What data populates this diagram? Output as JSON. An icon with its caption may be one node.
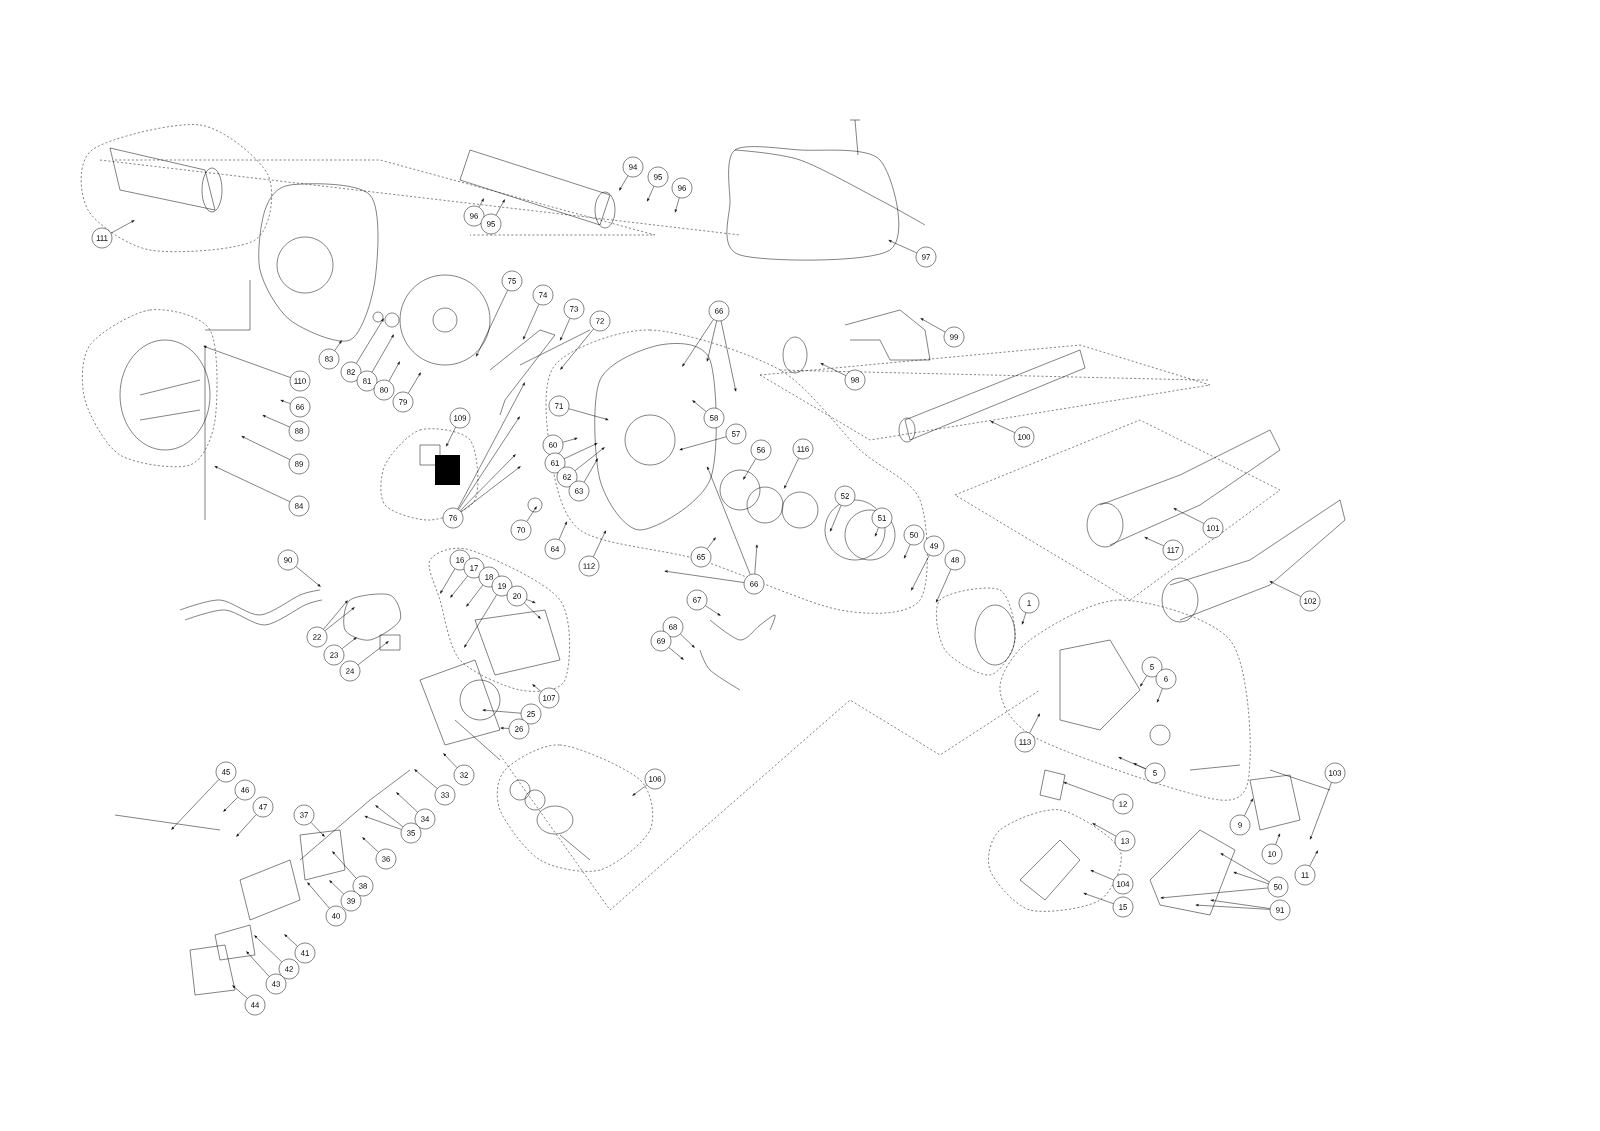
{
  "diagram": {
    "nodes": [
      {
        "text": [
          "111"
        ]
      },
      {
        "text": [
          "94"
        ]
      },
      {
        "text": [
          "96"
        ]
      },
      {
        "text": [
          "95"
        ]
      },
      {
        "text": [
          "95"
        ]
      },
      {
        "text": [
          "96"
        ]
      },
      {
        "text": [
          "97"
        ]
      },
      {
        "text": [
          "75"
        ]
      },
      {
        "text": [
          "74"
        ]
      },
      {
        "text": [
          "73"
        ]
      },
      {
        "text": [
          "72"
        ]
      },
      {
        "text": [
          "66"
        ]
      },
      {
        "text": [
          "99"
        ]
      },
      {
        "text": [
          "83"
        ]
      },
      {
        "text": [
          "82"
        ]
      },
      {
        "text": [
          "81"
        ]
      },
      {
        "text": [
          "80"
        ]
      },
      {
        "text": [
          "79"
        ]
      },
      {
        "text": [
          "110"
        ]
      },
      {
        "text": [
          "98"
        ]
      },
      {
        "text": [
          "66"
        ]
      },
      {
        "text": [
          "71"
        ]
      },
      {
        "text": [
          "58"
        ]
      },
      {
        "text": [
          "109"
        ]
      },
      {
        "text": [
          "88"
        ]
      },
      {
        "text": [
          "57"
        ]
      },
      {
        "text": [
          "100"
        ]
      },
      {
        "text": [
          "60"
        ]
      },
      {
        "text": [
          "56"
        ]
      },
      {
        "text": [
          "116"
        ]
      },
      {
        "text": [
          "61"
        ]
      },
      {
        "text": [
          "89"
        ]
      },
      {
        "text": [
          "62"
        ]
      },
      {
        "text": [
          "63"
        ]
      },
      {
        "text": [
          "52"
        ]
      },
      {
        "text": [
          "84"
        ]
      },
      {
        "text": [
          "76"
        ]
      },
      {
        "text": [
          "51"
        ]
      },
      {
        "text": [
          "101"
        ]
      },
      {
        "text": [
          "70"
        ]
      },
      {
        "text": [
          "50"
        ]
      },
      {
        "text": [
          "49"
        ]
      },
      {
        "text": [
          "64"
        ]
      },
      {
        "text": [
          "117"
        ]
      },
      {
        "text": [
          "65"
        ]
      },
      {
        "text": [
          "48"
        ]
      },
      {
        "text": [
          "90"
        ]
      },
      {
        "text": [
          "16"
        ]
      },
      {
        "text": [
          "112"
        ]
      },
      {
        "text": [
          "17"
        ]
      },
      {
        "text": [
          "18"
        ]
      },
      {
        "text": [
          "66"
        ]
      },
      {
        "text": [
          "19"
        ]
      },
      {
        "text": [
          "20"
        ]
      },
      {
        "text": [
          "67"
        ]
      },
      {
        "text": [
          "102"
        ]
      },
      {
        "text": [
          "1"
        ]
      },
      {
        "text": [
          "68"
        ]
      },
      {
        "text": [
          "22"
        ]
      },
      {
        "text": [
          "69"
        ]
      },
      {
        "text": [
          "23"
        ]
      },
      {
        "text": [
          "5"
        ]
      },
      {
        "text": [
          "24"
        ]
      },
      {
        "text": [
          "6"
        ]
      },
      {
        "text": [
          "107"
        ]
      },
      {
        "text": [
          "25"
        ]
      },
      {
        "text": [
          "26"
        ]
      },
      {
        "text": [
          "113"
        ]
      },
      {
        "text": [
          "5"
        ]
      },
      {
        "text": [
          "103"
        ]
      },
      {
        "text": [
          "32"
        ]
      },
      {
        "text": [
          "45"
        ]
      },
      {
        "text": [
          "106"
        ]
      },
      {
        "text": [
          "46"
        ]
      },
      {
        "text": [
          "33"
        ]
      },
      {
        "text": [
          "12"
        ]
      },
      {
        "text": [
          "47"
        ]
      },
      {
        "text": [
          "37"
        ]
      },
      {
        "text": [
          "34"
        ]
      },
      {
        "text": [
          "9"
        ]
      },
      {
        "text": [
          "35"
        ]
      },
      {
        "text": [
          "13"
        ]
      },
      {
        "text": [
          "10"
        ]
      },
      {
        "text": [
          "36"
        ]
      },
      {
        "text": [
          "11"
        ]
      },
      {
        "text": [
          "104"
        ]
      },
      {
        "text": [
          "38"
        ]
      },
      {
        "text": [
          "50"
        ]
      },
      {
        "text": [
          "39"
        ]
      },
      {
        "text": [
          "15"
        ]
      },
      {
        "text": [
          "91"
        ]
      },
      {
        "text": [
          "40"
        ]
      },
      {
        "text": [
          "41"
        ]
      },
      {
        "text": [
          "42"
        ]
      },
      {
        "text": [
          "43"
        ]
      },
      {
        "text": [
          "44"
        ]
      }
    ],
    "edges": [
      {
        "from": 0,
        "to": null,
        "arrow": "to"
      },
      {
        "from": 1,
        "to": null,
        "arrow": "to"
      },
      {
        "from": 2,
        "to": null,
        "arrow": "to"
      },
      {
        "from": 3,
        "to": null,
        "arrow": "to"
      },
      {
        "from": 4,
        "to": null,
        "arrow": "to"
      },
      {
        "from": 5,
        "to": null,
        "arrow": "to"
      },
      {
        "from": 6,
        "to": null,
        "arrow": "to"
      },
      {
        "from": 7,
        "to": null,
        "arrow": "to"
      },
      {
        "from": 8,
        "to": null,
        "arrow": "to"
      },
      {
        "from": 9,
        "to": null,
        "arrow": "to"
      },
      {
        "from": 10,
        "to": null,
        "arrow": "to"
      },
      {
        "from": 11,
        "to": null,
        "arrow": "to"
      },
      {
        "from": 11,
        "to": null,
        "arrow": "to"
      },
      {
        "from": 11,
        "to": null,
        "arrow": "to"
      },
      {
        "from": 12,
        "to": null,
        "arrow": "to"
      },
      {
        "from": 13,
        "to": null,
        "arrow": "to"
      },
      {
        "from": 14,
        "to": null,
        "arrow": "to"
      },
      {
        "from": 15,
        "to": null,
        "arrow": "to"
      },
      {
        "from": 16,
        "to": null,
        "arrow": "to"
      },
      {
        "from": 17,
        "to": null,
        "arrow": "to"
      },
      {
        "from": 18,
        "to": null,
        "arrow": "to"
      },
      {
        "from": 19,
        "to": null,
        "arrow": "to"
      },
      {
        "from": 20,
        "to": null,
        "arrow": "to"
      },
      {
        "from": 21,
        "to": null,
        "arrow": "to"
      },
      {
        "from": 22,
        "to": null,
        "arrow": "to"
      },
      {
        "from": 23,
        "to": null,
        "arrow": "to"
      },
      {
        "from": 24,
        "to": null,
        "arrow": "to"
      },
      {
        "from": 25,
        "to": null,
        "arrow": "to"
      },
      {
        "from": 26,
        "to": null,
        "arrow": "to"
      },
      {
        "from": 27,
        "to": null,
        "arrow": "to"
      },
      {
        "from": 28,
        "to": null,
        "arrow": "to"
      },
      {
        "from": 29,
        "to": null,
        "arrow": "to"
      },
      {
        "from": 30,
        "to": null,
        "arrow": "to"
      },
      {
        "from": 31,
        "to": null,
        "arrow": "to"
      },
      {
        "from": 32,
        "to": null,
        "arrow": "to"
      },
      {
        "from": 33,
        "to": null,
        "arrow": "to"
      },
      {
        "from": 34,
        "to": null,
        "arrow": "to"
      },
      {
        "from": 35,
        "to": null,
        "arrow": "to"
      },
      {
        "from": 36,
        "to": null,
        "arrow": "to"
      },
      {
        "from": 36,
        "to": null,
        "arrow": "to"
      },
      {
        "from": 36,
        "to": null,
        "arrow": "to"
      },
      {
        "from": 36,
        "to": null,
        "arrow": "to"
      },
      {
        "from": 37,
        "to": null,
        "arrow": "to"
      },
      {
        "from": 38,
        "to": null,
        "arrow": "to"
      },
      {
        "from": 39,
        "to": null,
        "arrow": "to"
      },
      {
        "from": 40,
        "to": null,
        "arrow": "to"
      },
      {
        "from": 41,
        "to": null,
        "arrow": "to"
      },
      {
        "from": 42,
        "to": null,
        "arrow": "to"
      },
      {
        "from": 43,
        "to": null,
        "arrow": "to"
      },
      {
        "from": 44,
        "to": null,
        "arrow": "to"
      },
      {
        "from": 45,
        "to": null,
        "arrow": "to"
      },
      {
        "from": 46,
        "to": null,
        "arrow": "to"
      },
      {
        "from": 47,
        "to": null,
        "arrow": "to"
      },
      {
        "from": 48,
        "to": null,
        "arrow": "to"
      },
      {
        "from": 49,
        "to": null,
        "arrow": "to"
      },
      {
        "from": 50,
        "to": null,
        "arrow": "to"
      },
      {
        "from": 51,
        "to": null,
        "arrow": "to"
      },
      {
        "from": 51,
        "to": null,
        "arrow": "to"
      },
      {
        "from": 51,
        "to": null,
        "arrow": "to"
      },
      {
        "from": 52,
        "to": null,
        "arrow": "to"
      },
      {
        "from": 53,
        "to": null,
        "arrow": "to"
      },
      {
        "from": 53,
        "to": null,
        "arrow": "to"
      },
      {
        "from": 54,
        "to": null,
        "arrow": "to"
      },
      {
        "from": 55,
        "to": null,
        "arrow": "to"
      },
      {
        "from": 56,
        "to": null,
        "arrow": "to"
      },
      {
        "from": 57,
        "to": null,
        "arrow": "to"
      },
      {
        "from": 58,
        "to": null,
        "arrow": "to"
      },
      {
        "from": 58,
        "to": null,
        "arrow": "to"
      },
      {
        "from": 59,
        "to": null,
        "arrow": "to"
      },
      {
        "from": 60,
        "to": null,
        "arrow": "to"
      },
      {
        "from": 61,
        "to": null,
        "arrow": "to"
      },
      {
        "from": 62,
        "to": null,
        "arrow": "to"
      },
      {
        "from": 63,
        "to": null,
        "arrow": "to"
      },
      {
        "from": 64,
        "to": null,
        "arrow": "to"
      },
      {
        "from": 65,
        "to": null,
        "arrow": "to"
      },
      {
        "from": 66,
        "to": null,
        "arrow": "to"
      },
      {
        "from": 67,
        "to": null,
        "arrow": "to"
      },
      {
        "from": 68,
        "to": null,
        "arrow": "to"
      },
      {
        "from": 68,
        "to": null,
        "arrow": "to"
      },
      {
        "from": 69,
        "to": null,
        "arrow": "to"
      },
      {
        "from": 70,
        "to": null,
        "arrow": "to"
      },
      {
        "from": 71,
        "to": null,
        "arrow": "to"
      },
      {
        "from": 72,
        "to": null,
        "arrow": "to"
      },
      {
        "from": 73,
        "to": null,
        "arrow": "to"
      },
      {
        "from": 74,
        "to": null,
        "arrow": "to"
      },
      {
        "from": 75,
        "to": null,
        "arrow": "to"
      },
      {
        "from": 76,
        "to": null,
        "arrow": "to"
      },
      {
        "from": 77,
        "to": null,
        "arrow": "to"
      },
      {
        "from": 78,
        "to": null,
        "arrow": "to"
      },
      {
        "from": 79,
        "to": null,
        "arrow": "to"
      },
      {
        "from": 80,
        "to": null,
        "arrow": "to"
      },
      {
        "from": 80,
        "to": null,
        "arrow": "to"
      },
      {
        "from": 81,
        "to": null,
        "arrow": "to"
      },
      {
        "from": 82,
        "to": null,
        "arrow": "to"
      },
      {
        "from": 83,
        "to": null,
        "arrow": "to"
      },
      {
        "from": 84,
        "to": null,
        "arrow": "to"
      },
      {
        "from": 85,
        "to": null,
        "arrow": "to"
      },
      {
        "from": 86,
        "to": null,
        "arrow": "to"
      },
      {
        "from": 87,
        "to": null,
        "arrow": "to"
      },
      {
        "from": 87,
        "to": null,
        "arrow": "to"
      },
      {
        "from": 87,
        "to": null,
        "arrow": "to"
      },
      {
        "from": 88,
        "to": null,
        "arrow": "to"
      },
      {
        "from": 89,
        "to": null,
        "arrow": "to"
      },
      {
        "from": 90,
        "to": null,
        "arrow": "to"
      },
      {
        "from": 90,
        "to": null,
        "arrow": "to"
      },
      {
        "from": 91,
        "to": null,
        "arrow": "to"
      },
      {
        "from": 92,
        "to": null,
        "arrow": "to"
      },
      {
        "from": 93,
        "to": null,
        "arrow": "to"
      },
      {
        "from": 94,
        "to": null,
        "arrow": "to"
      },
      {
        "from": 95,
        "to": null,
        "arrow": "to"
      }
    ]
  }
}
